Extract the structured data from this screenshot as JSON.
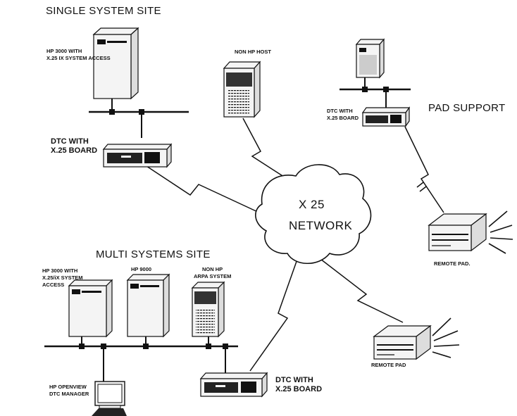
{
  "sites": {
    "single": {
      "title": "SINGLE SYSTEM SITE"
    },
    "multi": {
      "title": "MULTI SYSTEMS SITE"
    },
    "pad": {
      "title": "PAD SUPPORT"
    }
  },
  "network": {
    "line1": "X 25",
    "line2": "NETWORK"
  },
  "devices": {
    "hp3000_single": [
      "HP 3000 WITH",
      "X.25 IX SYSTEM ACCESS"
    ],
    "non_hp_host": "NON HP HOST",
    "dtc_pad": [
      "DTC WITH",
      "X.25 BOARD"
    ],
    "dtc_single": [
      "DTC WITH",
      "X.25 BOARD"
    ],
    "hp3000_multi": [
      "HP 3000 WITH",
      "X.25/iX SYSTEM",
      "ACCESS"
    ],
    "hp9000": "HP 9000",
    "non_hp_arpa": [
      "NON HP",
      "ARPA SYSTEM"
    ],
    "openview": [
      "HP OPENVIEW",
      "DTC MANAGER"
    ],
    "dtc_multi": [
      "DTC WITH",
      "X.25 BOARD"
    ],
    "remote_pad_1": "REMOTE PAD.",
    "remote_pad_2": "REMOTE PAD"
  },
  "colors": {
    "ink": "#111111",
    "device": "#f4f4f4",
    "screen": "#222222"
  }
}
